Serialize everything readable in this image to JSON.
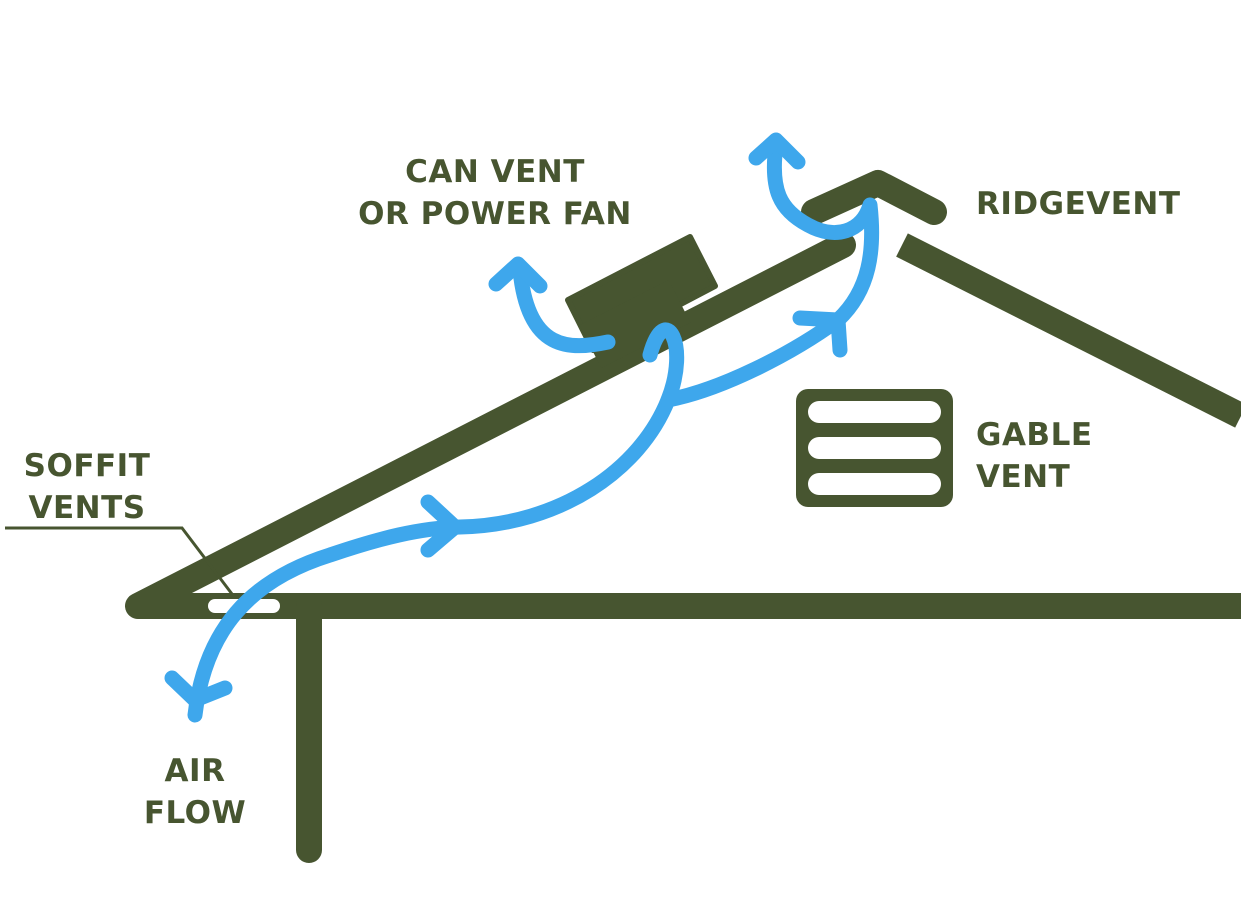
{
  "labels": {
    "can_vent_line1": "CAN VENT",
    "can_vent_line2": "OR POWER FAN",
    "ridge_vent": "RIDGEVENT",
    "gable_vent_line1": "GABLE",
    "gable_vent_line2": "VENT",
    "soffit_line1": "SOFFIT",
    "soffit_line2": "VENTS",
    "air_flow_line1": "AIR",
    "air_flow_line2": "FLOW"
  },
  "colors": {
    "structure": "#475530",
    "airflow": "#3ea7ec",
    "background": "#ffffff"
  }
}
